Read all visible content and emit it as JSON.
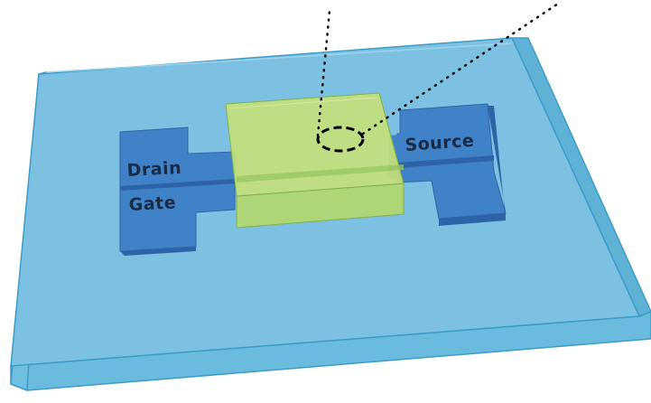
{
  "diagram": {
    "labels": {
      "drain": "Drain",
      "gate": "Gate",
      "source": "Source"
    },
    "colors": {
      "substrate_top": "#7cc1e1",
      "substrate_side": "#5fb2d6",
      "substrate_edge": "#3b9cc8",
      "pad_top": "#3f82c8",
      "pad_side": "#2d64a8",
      "channel_film_top": "#c5e07a",
      "channel_film_front": "#b0d66a",
      "channel_film_side": "#9fcd5c",
      "annotation": "#000000"
    }
  }
}
